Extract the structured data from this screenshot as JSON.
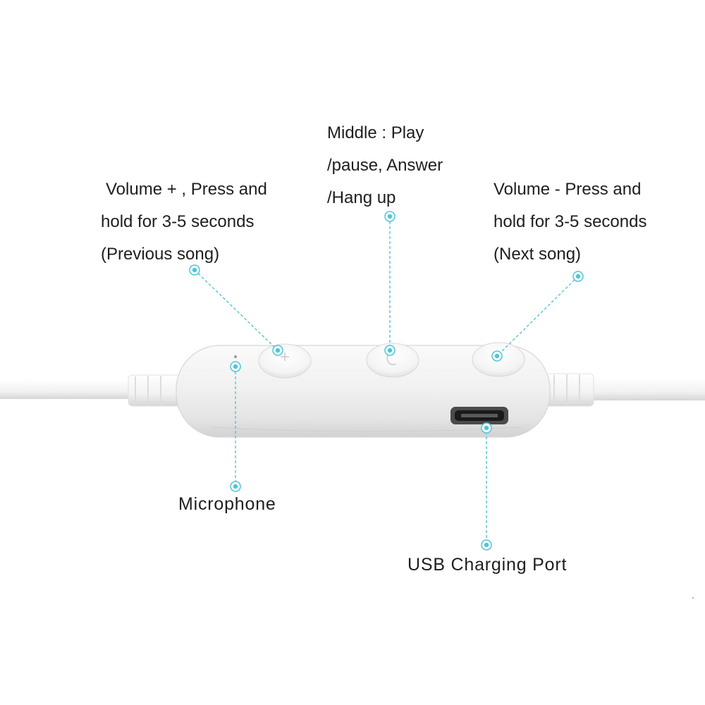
{
  "callouts": {
    "volume_up": {
      "lines": [
        "Volume + , Press and",
        "hold for 3-5 seconds",
        "(Previous song)"
      ]
    },
    "middle": {
      "lines": [
        "Middle : Play",
        "/pause, Answer",
        "/Hang up"
      ]
    },
    "volume_down": {
      "lines": [
        "Volume - Press and",
        "hold for 3-5 seconds",
        "(Next song)"
      ]
    },
    "microphone": {
      "label": "Microphone"
    },
    "usb_port": {
      "label": "USB Charging Port"
    }
  },
  "colors": {
    "accent": "#4fc6d6",
    "body": "#f2f2f2",
    "cable": "#f5f5f5",
    "text": "#1e1e1e"
  },
  "icons": {
    "volume_up_button": "plus-icon",
    "middle_button": "phone-icon",
    "volume_down_button": "minus-icon",
    "microphone": "microphone-hole-icon",
    "usb_port": "micro-usb-icon"
  }
}
